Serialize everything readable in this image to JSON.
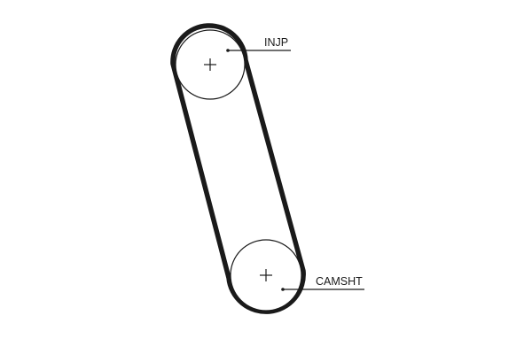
{
  "colors": {
    "line": "#1a1a1a",
    "background": "#ffffff"
  },
  "pulleys": [
    {
      "id": "upper",
      "label": "INJP"
    },
    {
      "id": "lower",
      "label": "CAMSHT"
    }
  ]
}
